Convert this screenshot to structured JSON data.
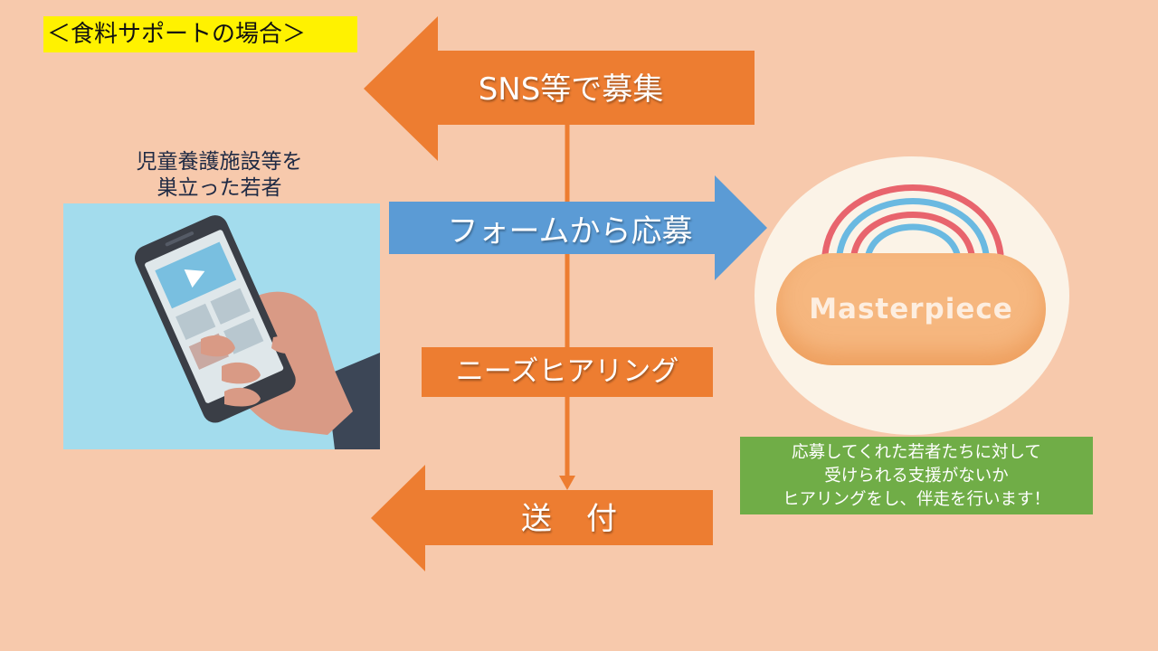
{
  "header": {
    "title": "＜食料サポートの場合＞"
  },
  "youth": {
    "label_line1": "児童養護施設等を",
    "label_line2": "巣立った若者"
  },
  "flow": {
    "recruit_label": "SNS等で募集",
    "apply_label": "フォームから応募",
    "hearing_label": "ニーズヒアリング",
    "send_label": "送　付"
  },
  "org": {
    "logo_text": "Masterpiece"
  },
  "note": {
    "line1": "応募してくれた若者たちに対して",
    "line2": "受けられる支援がないか",
    "line3": "ヒアリングをし、伴走を行います！"
  },
  "colors": {
    "background": "#f7c9ac",
    "orange": "#ed7d31",
    "blue": "#5b9bd5",
    "green": "#70ad47",
    "yellow": "#fff200",
    "phone_panel": "#a3dced"
  },
  "icons": {
    "phone": "smartphone-in-hand-icon",
    "rainbow": "rainbow-icon"
  }
}
